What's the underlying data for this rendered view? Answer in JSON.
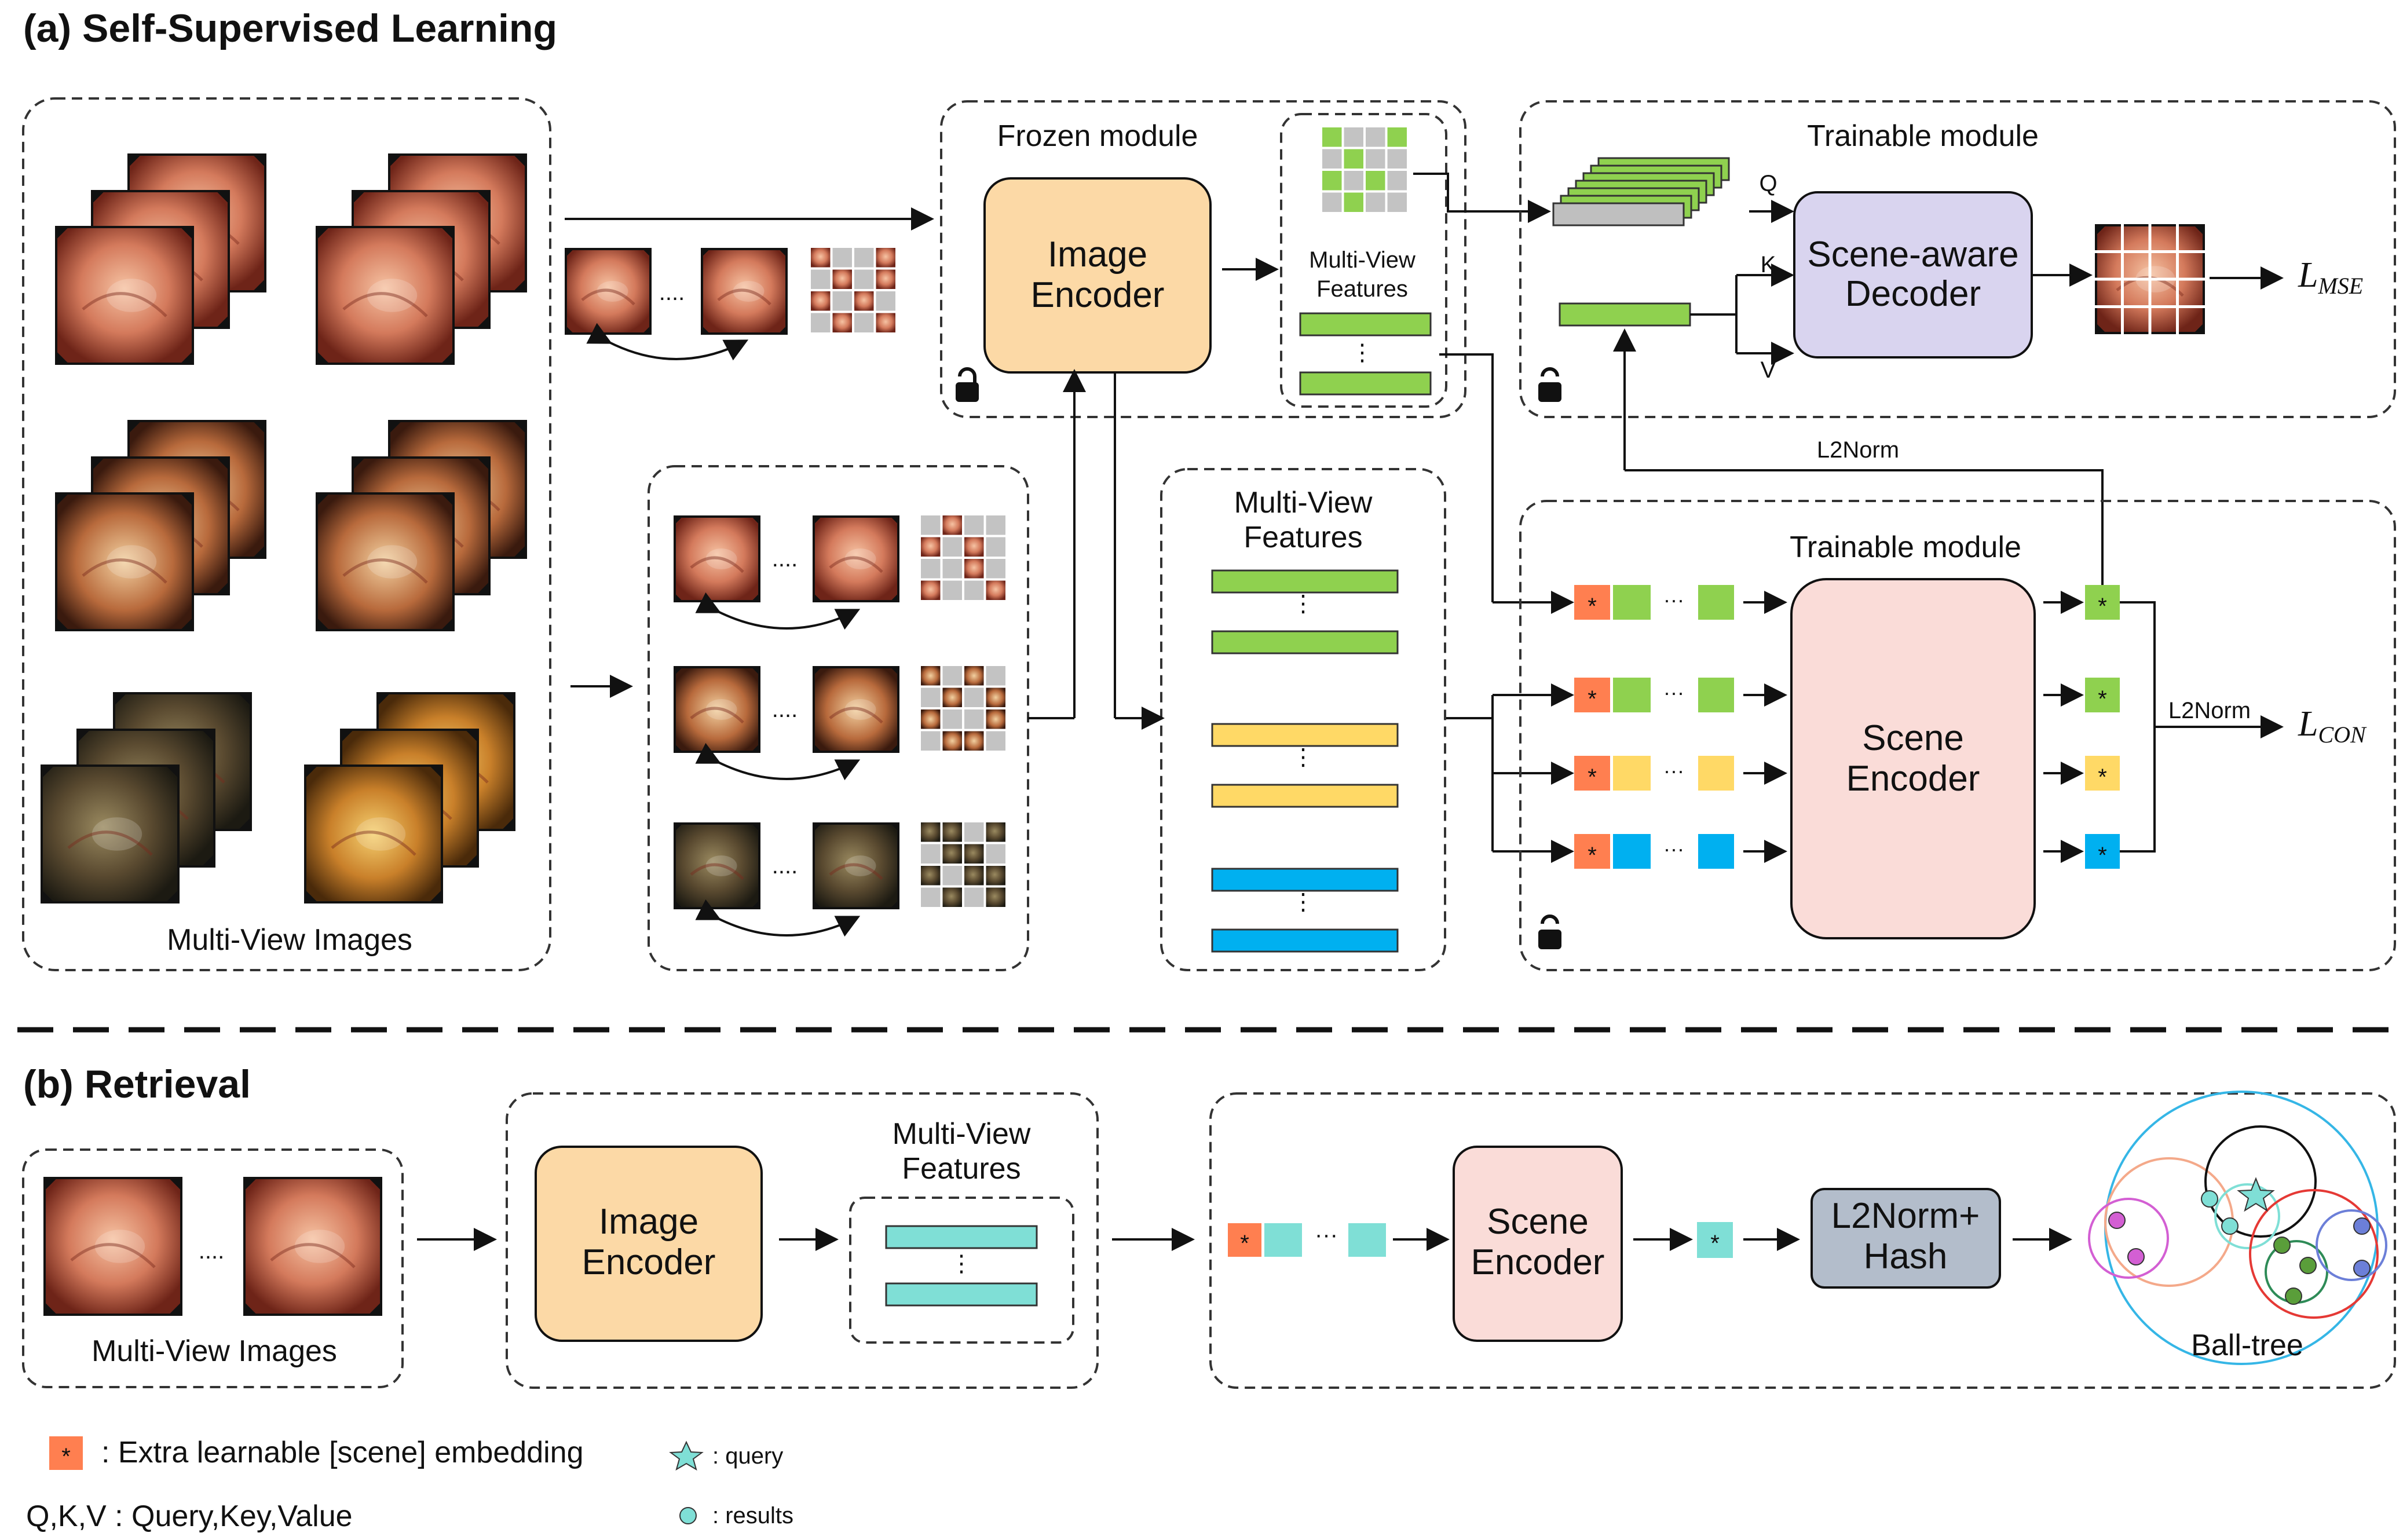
{
  "section_a": {
    "title": "(a) Self-Supervised Learning",
    "multi_view_images_label": "Multi-View Images",
    "frozen_module_label": "Frozen module",
    "image_encoder_label_line1": "Image",
    "image_encoder_label_line2": "Encoder",
    "multi_view_features_small_line1": "Multi-View",
    "multi_view_features_small_line2": "Features",
    "trainable_module_top_label": "Trainable module",
    "trainable_module_bottom_label": "Trainable module",
    "decoder_label_line1": "Scene-aware",
    "decoder_label_line2": "Decoder",
    "q_label": "Q",
    "k_label": "K",
    "v_label": "V",
    "l2norm_top": "L2Norm",
    "l2norm_right": "L2Norm",
    "multi_view_features_large_line1": "Multi-View",
    "multi_view_features_large_line2": "Features",
    "scene_encoder_line1": "Scene",
    "scene_encoder_line2": "Encoder",
    "loss_mse_main": "L",
    "loss_mse_sub": "MSE",
    "loss_con_main": "L",
    "loss_con_sub": "CON",
    "ellipsis_h": "....",
    "ellipsis_v": "⋮",
    "ellipsis_mid": "···",
    "star": "*"
  },
  "section_b": {
    "title": "(b) Retrieval",
    "multi_view_images_label": "Multi-View Images",
    "image_encoder_line1": "Image",
    "image_encoder_line2": "Encoder",
    "features_line1": "Multi-View",
    "features_line2": "Features",
    "scene_encoder_line1": "Scene",
    "scene_encoder_line2": "Encoder",
    "hash_line1": "L2Norm+",
    "hash_line2": "Hash",
    "ball_tree_label": "Ball-tree"
  },
  "legend": {
    "scene_embedding": ": Extra learnable [scene] embedding",
    "qkv": "Q,K,V : Query,Key,Value",
    "query": ":  query",
    "results": ":  results"
  },
  "colors": {
    "image_encoder": "#fcd9a6",
    "decoder": "#d9d4ef",
    "scene_encoder": "#fadcd8",
    "hash": "#b3bdcb",
    "green": "#8fd14f",
    "yellow": "#ffd966",
    "blue": "#00b0f0",
    "teal": "#7fdfd6",
    "orange": "#ff7f50",
    "gray": "#bfbfbf"
  }
}
